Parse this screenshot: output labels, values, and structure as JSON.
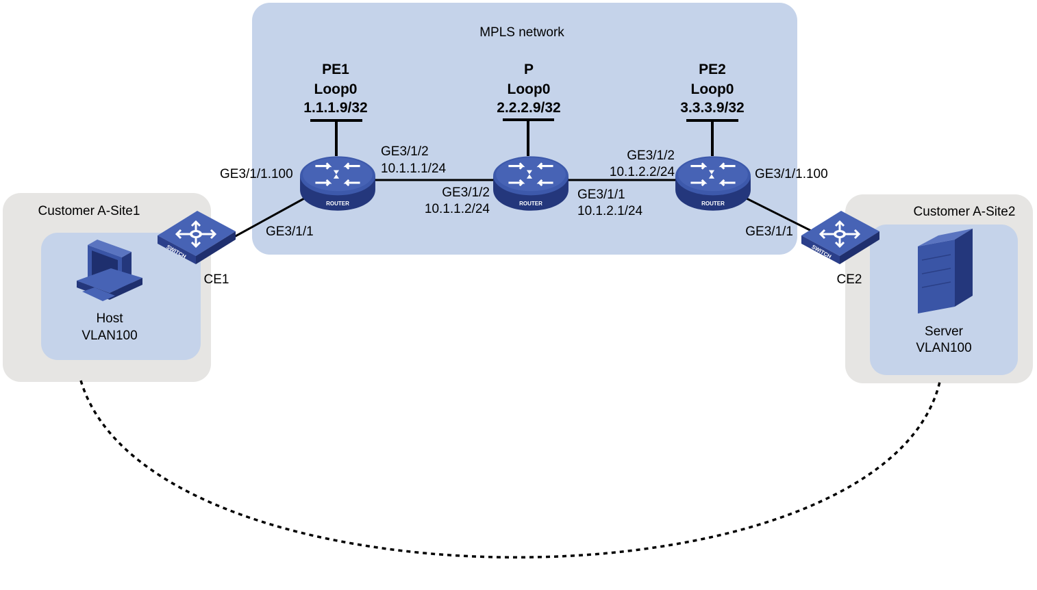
{
  "regions": {
    "mpls": "MPLS network",
    "site1": "Customer A-Site1",
    "site2": "Customer A-Site2"
  },
  "devices": {
    "pe1": {
      "name": "PE1",
      "loop": "Loop0",
      "ip": "1.1.1.9/32",
      "type": "ROUTER"
    },
    "p": {
      "name": "P",
      "loop": "Loop0",
      "ip": "2.2.2.9/32",
      "type": "ROUTER"
    },
    "pe2": {
      "name": "PE2",
      "loop": "Loop0",
      "ip": "3.3.3.9/32",
      "type": "ROUTER"
    },
    "ce1": {
      "name": "CE1",
      "type": "SWITCH"
    },
    "ce2": {
      "name": "CE2",
      "type": "SWITCH"
    },
    "host": {
      "name": "Host",
      "vlan": "VLAN100"
    },
    "server": {
      "name": "Server",
      "vlan": "VLAN100"
    }
  },
  "interfaces": {
    "pe1_ce": "GE3/1/1.100",
    "pe1_p_if": "GE3/1/2",
    "pe1_p_ip": "10.1.1.1/24",
    "p_pe1_if": "GE3/1/2",
    "p_pe1_ip": "10.1.1.2/24",
    "p_pe2_if": "GE3/1/1",
    "p_pe2_ip": "10.1.2.1/24",
    "pe2_p_if": "GE3/1/2",
    "pe2_p_ip": "10.1.2.2/24",
    "pe2_ce": "GE3/1/1.100",
    "ce1_pe": "GE3/1/1",
    "ce2_pe": "GE3/1/1"
  },
  "colors": {
    "mpls_bg": "#c5d3ea",
    "site_bg": "#e6e5e3",
    "site_inner": "#c5d3ea",
    "device_blue": "#3a55a6",
    "device_dark": "#23357a"
  }
}
